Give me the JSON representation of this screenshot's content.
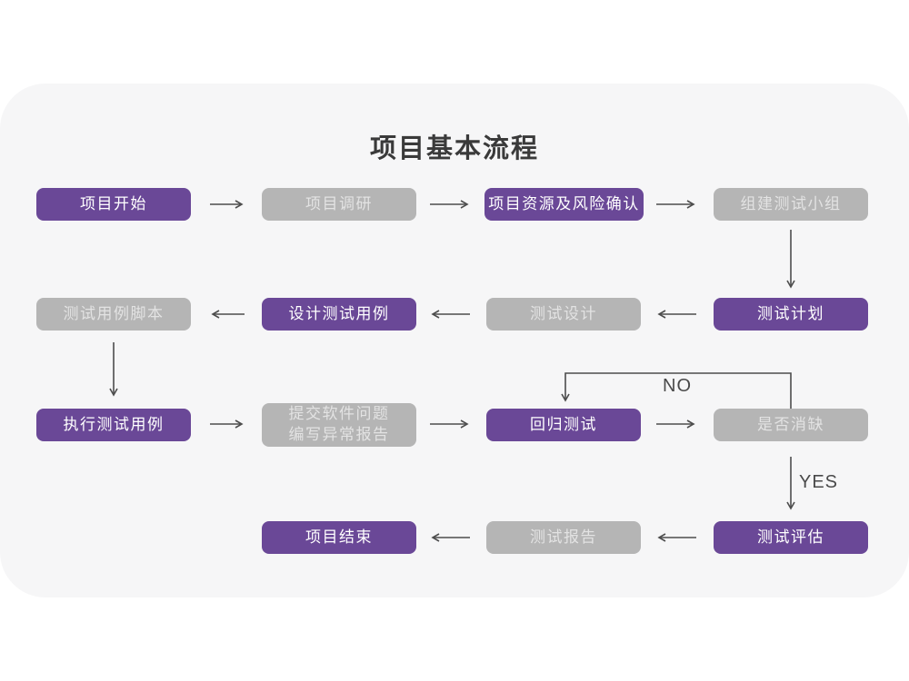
{
  "page": {
    "title": "项目基本流程"
  },
  "flowchart": {
    "colors": {
      "primary": "#6A4897",
      "secondary": "#B5B5B5",
      "panel": "#F6F6F7",
      "arrow": "#4D4D4D"
    },
    "nodes": [
      {
        "label": "项目开始",
        "type": "primary"
      },
      {
        "label": "项目调研",
        "type": "secondary"
      },
      {
        "label": "项目资源及风险确认",
        "type": "primary"
      },
      {
        "label": "组建测试小组",
        "type": "secondary"
      },
      {
        "label": "测试计划",
        "type": "primary"
      },
      {
        "label": "测试设计",
        "type": "secondary"
      },
      {
        "label": "设计测试用例",
        "type": "primary"
      },
      {
        "label": "测试用例脚本",
        "type": "secondary"
      },
      {
        "label": "执行测试用例",
        "type": "primary"
      },
      {
        "label": "提交软件问题\n编写异常报告",
        "type": "secondary"
      },
      {
        "label": "回归测试",
        "type": "primary"
      },
      {
        "label": "是否消缺",
        "type": "secondary"
      },
      {
        "label": "测试评估",
        "type": "primary"
      },
      {
        "label": "测试报告",
        "type": "secondary"
      },
      {
        "label": "项目结束",
        "type": "primary"
      }
    ],
    "branch_labels": {
      "no": "NO",
      "yes": "YES"
    }
  }
}
